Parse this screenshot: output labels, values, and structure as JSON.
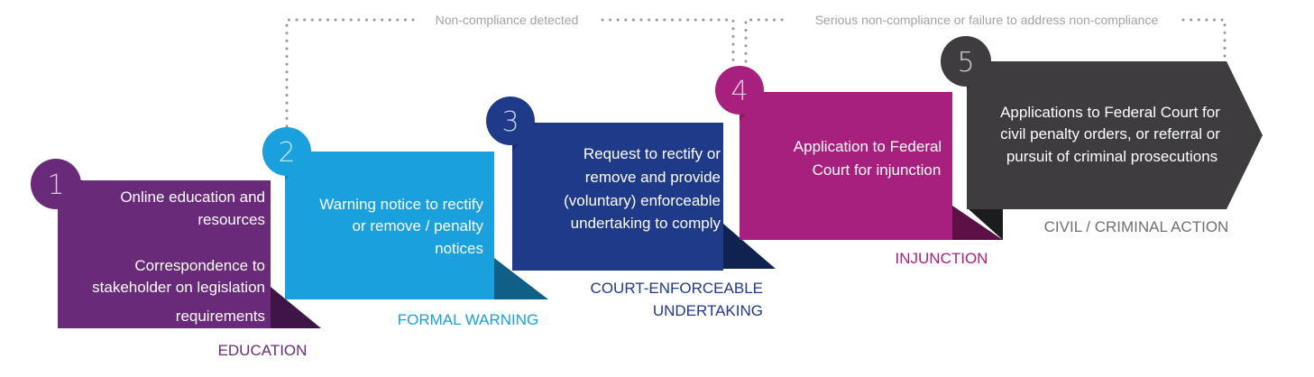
{
  "feedback": {
    "non_compliance": "Non-compliance detected",
    "serious_non_compliance": "Serious non-compliance or failure to address non-compliance"
  },
  "colors": {
    "education": "#6a2a7a",
    "formal_warning": "#1aa0dc",
    "undertaking": "#203a8a",
    "injunction": "#a8207e",
    "civil_criminal": "#3e3c3f",
    "connector": "#9a9a9a"
  },
  "steps": [
    {
      "number": "1",
      "lines": [
        "Online education and",
        "resources",
        "Correspondence to",
        "stakeholder on legislation",
        "requirements"
      ],
      "stage": "EDUCATION"
    },
    {
      "number": "2",
      "lines": [
        "Warning notice to rectify",
        "or remove / penalty",
        "notices"
      ],
      "stage": "FORMAL WARNING"
    },
    {
      "number": "3",
      "lines": [
        "Request to rectify or",
        "remove and provide",
        "(voluntary) enforceable",
        "undertaking to comply"
      ],
      "stage_lines": [
        "COURT-ENFORCEABLE",
        "UNDERTAKING"
      ]
    },
    {
      "number": "4",
      "lines": [
        "Application to Federal",
        "Court for injunction"
      ],
      "stage": "INJUNCTION"
    },
    {
      "number": "5",
      "lines": [
        "Applications to Federal Court for",
        "civil penalty orders, or referral or",
        "pursuit of criminal prosecutions"
      ],
      "stage": "CIVIL  / CRIMINAL ACTION"
    }
  ]
}
